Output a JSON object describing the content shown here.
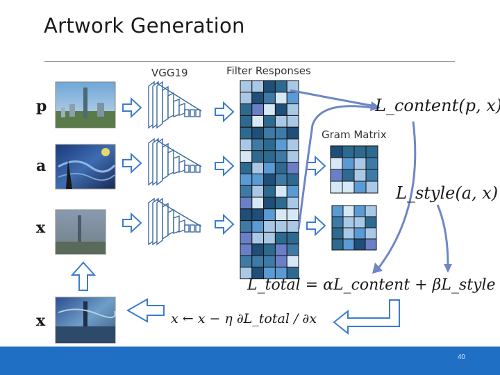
{
  "slide": {
    "title": "Artwork Generation",
    "page_number": "40"
  },
  "labels": {
    "vgg": "VGG19",
    "filter_responses": "Filter Responses",
    "gram_matrix": "Gram Matrix"
  },
  "images": {
    "p": "p",
    "a": "a",
    "x": "x",
    "x_bottom": "x"
  },
  "equations": {
    "content_loss": "L_content(p, x)",
    "style_loss": "L_style(a, x)",
    "total_loss": "L_total = αL_content + βL_style",
    "update_rule": "x ← x − η ∂L_total / ∂x"
  },
  "colors": {
    "accent_blue": "#1f6fc5",
    "arrow_blue": "#5b7fbf",
    "grid_dark": "#1f4e79",
    "grid_mid": "#5b9bd5",
    "grid_light": "#d6e7f5"
  }
}
